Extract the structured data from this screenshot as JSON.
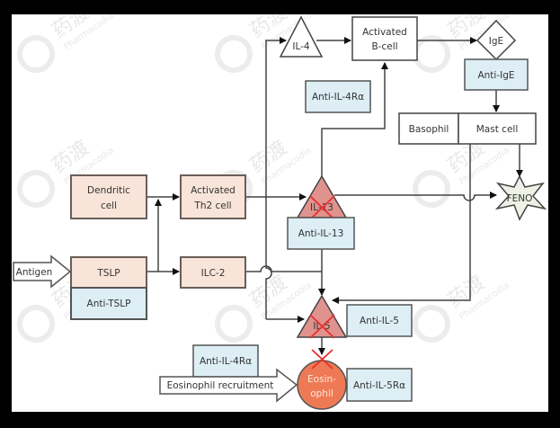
{
  "diagram": {
    "colors": {
      "background": "#ffffff",
      "frame": "#000000",
      "cell_fill": "#f8e4d9",
      "drug_fill": "#ddeef5",
      "blocked_triangle_fill": "#e0928e",
      "eosinophil_fill": "#ee7a55",
      "feno_fill": "#eef2e6",
      "block_mark": "#e8302a",
      "line": "#444444"
    },
    "nodes": {
      "il4": "IL-4",
      "activated_bcell": [
        "Activated",
        "B-cell"
      ],
      "ige": "IgE",
      "anti_ige": "Anti-IgE",
      "anti_il4ra_top": "Anti-IL-4Rα",
      "basophil": "Basophil",
      "mast_cell": "Mast cell",
      "dendritic_cell": [
        "Dendritic",
        "cell"
      ],
      "activated_th2": [
        "Activated",
        "Th2 cell"
      ],
      "il13": "IL-13",
      "anti_il13": "Anti-IL-13",
      "feno": "FENO",
      "antigen": "Antigen",
      "tslp": "TSLP",
      "anti_tslp": "Anti-TSLP",
      "ilc2": "ILC-2",
      "il5": "IL-5",
      "anti_il5": "Anti-IL-5",
      "anti_il4ra_bottom": "Anti-IL-4Rα",
      "eosinophil_recruitment": "Eosinophil recruitment",
      "eosinophil": [
        "Eosin-",
        "ophil"
      ],
      "anti_il5ra": "Anti-IL-5Rα"
    },
    "blocked": [
      "IL-13",
      "IL-5",
      "Eosinophil input"
    ],
    "watermark": {
      "cn": "药渡",
      "en": "Pharmacodia"
    }
  }
}
